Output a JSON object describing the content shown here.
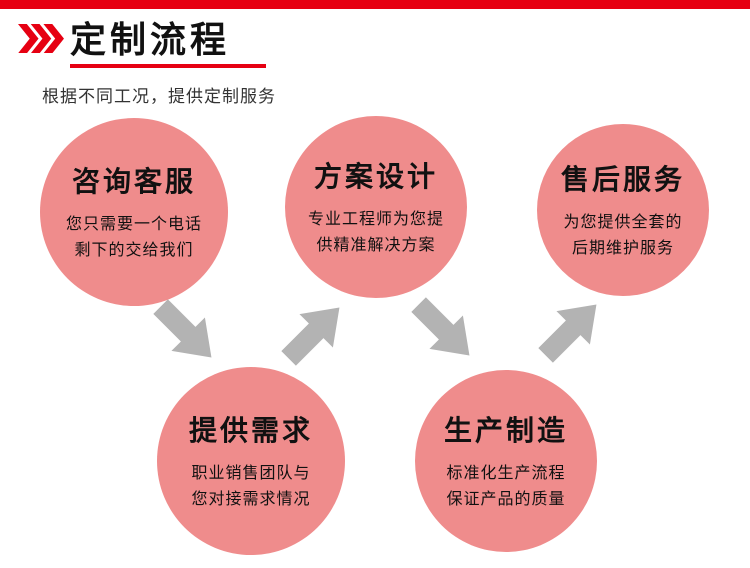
{
  "header": {
    "title": "定制流程",
    "subtitle": "根据不同工况，提供定制服务"
  },
  "flow": {
    "circle_color": "#ef8c8c",
    "arrow_color": "#b3b3b3",
    "accent_color": "#e60012",
    "steps": [
      {
        "title": "咨询客服",
        "desc1": "您只需要一个电话",
        "desc2": "剩下的交给我们"
      },
      {
        "title": "提供需求",
        "desc1": "职业销售团队与",
        "desc2": "您对接需求情况"
      },
      {
        "title": "方案设计",
        "desc1": "专业工程师为您提",
        "desc2": "供精准解决方案"
      },
      {
        "title": "生产制造",
        "desc1": "标准化生产流程",
        "desc2": "保证产品的质量"
      },
      {
        "title": "售后服务",
        "desc1": "为您提供全套的",
        "desc2": "后期维护服务"
      }
    ]
  }
}
